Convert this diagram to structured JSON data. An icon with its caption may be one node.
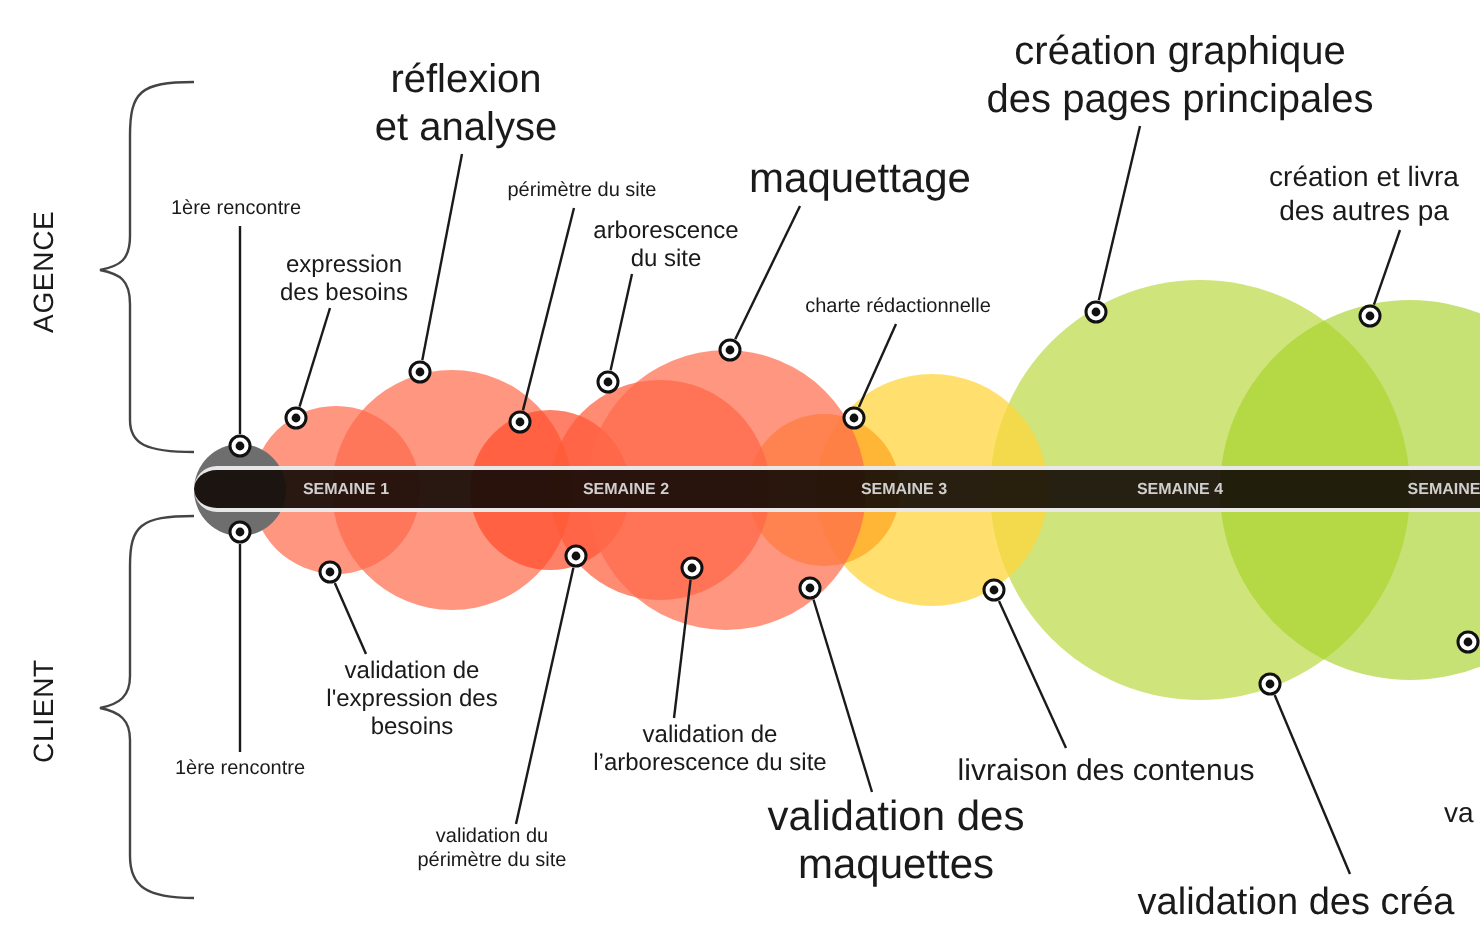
{
  "diagram": {
    "nodes": [
      {
        "text": [
          "1ère rencontre"
        ]
      },
      {
        "text": [
          "expression des besoins"
        ]
      },
      {
        "text": [
          "réflexion et analyse"
        ]
      },
      {
        "text": [
          "périmètre du site"
        ]
      },
      {
        "text": [
          "arborescence du site"
        ]
      },
      {
        "text": [
          "maquettage"
        ]
      },
      {
        "text": [
          "charte rédactionnelle"
        ]
      },
      {
        "text": [
          "création graphique des pages principales"
        ]
      },
      {
        "text": [
          "création et livra des autres pa"
        ]
      },
      {
        "text": [
          "1ère rencontre"
        ]
      },
      {
        "text": [
          "validation de l'expression des besoins"
        ]
      },
      {
        "text": [
          "validation du périmètre du site"
        ]
      },
      {
        "text": [
          "validation de l’arborescence du site"
        ]
      },
      {
        "text": [
          "validation des maquettes"
        ]
      },
      {
        "text": [
          "livraison des contenus"
        ]
      },
      {
        "text": [
          "validation des créa"
        ]
      },
      {
        "text": [],
        "shape": "circle"
      },
      {
        "text": [],
        "shape": "circle"
      },
      {
        "text": [],
        "shape": "circle"
      },
      {
        "text": [],
        "shape": "circle"
      },
      {
        "text": [],
        "shape": "circle"
      },
      {
        "text": [],
        "shape": "circle"
      },
      {
        "text": [],
        "shape": "circle"
      },
      {
        "text": [],
        "shape": "circle"
      },
      {
        "text": [],
        "shape": "circle"
      },
      {
        "text": [],
        "shape": "circle"
      },
      {
        "text": [],
        "shape": "circle"
      },
      {
        "text": [],
        "shape": "circle"
      },
      {
        "text": [],
        "shape": "circle"
      },
      {
        "text": [],
        "shape": "circle"
      },
      {
        "text": [],
        "shape": "circle"
      },
      {
        "text": [],
        "shape": "circle"
      },
      {
        "text": [],
        "shape": "circle"
      }
    ],
    "edges": [
      {
        "from": 0,
        "to": 16,
        "arrow": "none"
      },
      {
        "from": 1,
        "to": 17,
        "arrow": "none"
      },
      {
        "from": 2,
        "to": 18,
        "arrow": "none"
      },
      {
        "from": 3,
        "to": 19,
        "arrow": "none"
      },
      {
        "from": 4,
        "to": 20,
        "arrow": "none"
      },
      {
        "from": 5,
        "to": 21,
        "arrow": "none"
      },
      {
        "from": 6,
        "to": 22,
        "arrow": "none"
      },
      {
        "from": 7,
        "to": 23,
        "arrow": "none"
      },
      {
        "from": 8,
        "to": 24,
        "arrow": "none"
      },
      {
        "from": 9,
        "to": 25,
        "arrow": "none"
      },
      {
        "from": 10,
        "to": 26,
        "arrow": "none"
      },
      {
        "from": 11,
        "to": 27,
        "arrow": "none"
      },
      {
        "from": 12,
        "to": 28,
        "arrow": "none"
      },
      {
        "from": 13,
        "to": 29,
        "arrow": "none"
      },
      {
        "from": 14,
        "to": 30,
        "arrow": "none"
      },
      {
        "from": 15,
        "to": 31,
        "arrow": "none"
      }
    ],
    "labels": [
      "AGENCE",
      "CLIENT",
      "SEMAINE 1",
      "SEMAINE 2",
      "SEMAINE 3",
      "SEMAINE 4",
      "SEMAINE",
      "va"
    ]
  }
}
